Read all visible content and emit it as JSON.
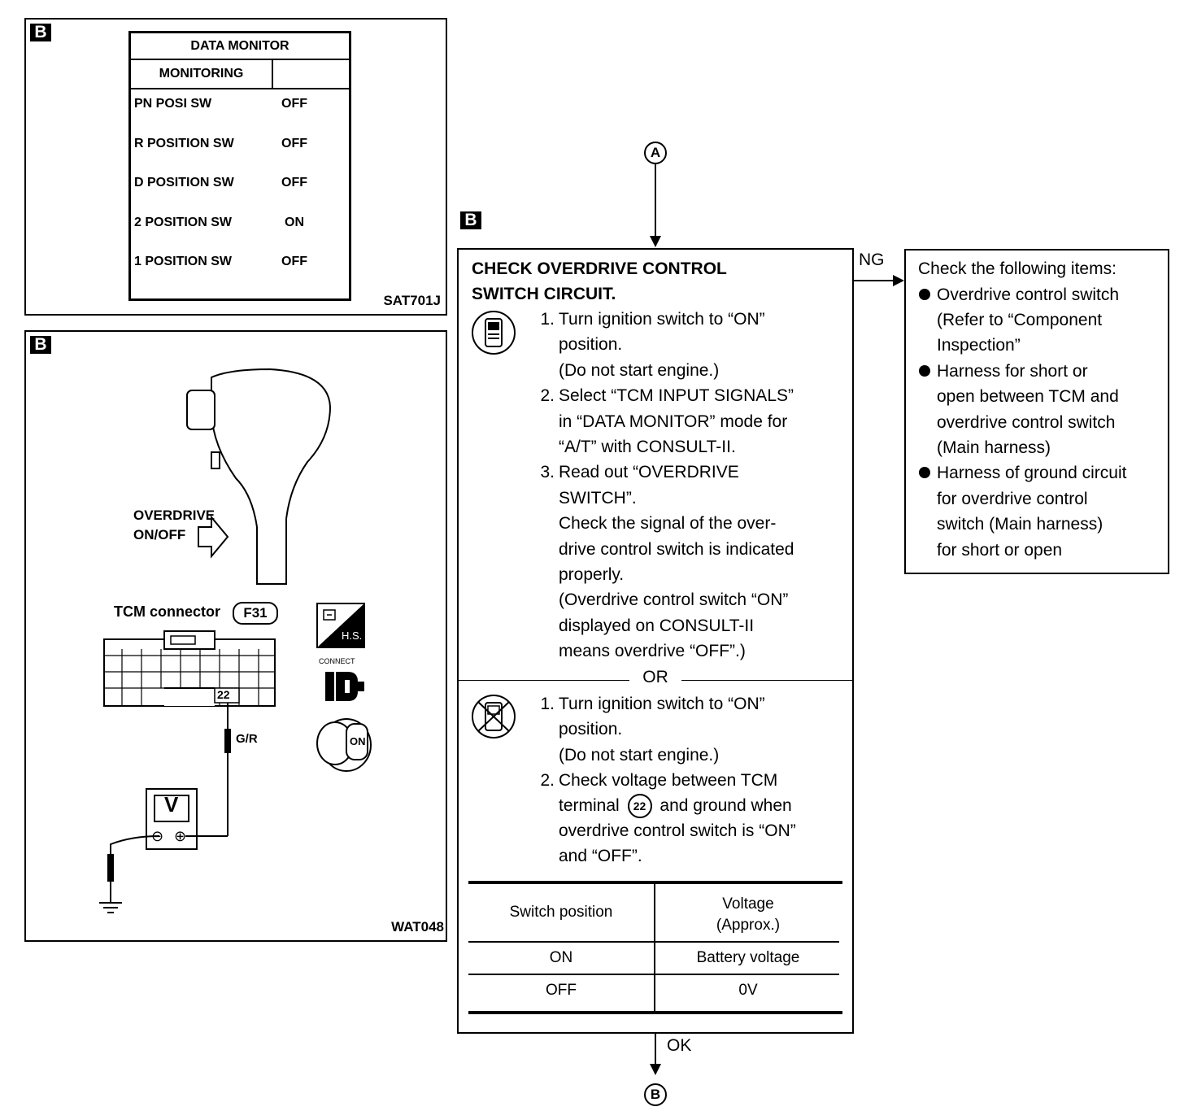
{
  "data_monitor_panel": {
    "badge": "B",
    "title": "DATA MONITOR",
    "subtitle": "MONITORING",
    "rows": [
      {
        "label": "PN POSI SW",
        "value": "OFF"
      },
      {
        "label": "R POSITION SW",
        "value": "OFF"
      },
      {
        "label": "D POSITION SW",
        "value": "OFF"
      },
      {
        "label": "2 POSITION SW",
        "value": "ON"
      },
      {
        "label": "1 POSITION SW",
        "value": "OFF"
      }
    ],
    "figure_code": "SAT701J"
  },
  "circuit_panel": {
    "badge": "B",
    "switch_label_line1": "OVERDRIVE",
    "switch_label_line2": "ON/OFF",
    "connector_label": "TCM connector",
    "connector_id": "F31",
    "terminal": "22",
    "wire_color": "G/R",
    "meter": "V",
    "minus": "⊖",
    "plus": "⊕",
    "hs_icon_text": "H.S.",
    "connect_icon_text": "CONNECT",
    "key_icon_text": "ON",
    "figure_code": "WAT048"
  },
  "flow": {
    "start_marker": "A",
    "end_marker": "B",
    "badge": "B",
    "ng_label": "NG",
    "ok_label": "OK",
    "or_label": "OR"
  },
  "main_box": {
    "title_line1": "CHECK OVERDRIVE CONTROL",
    "title_line2": "SWITCH CIRCUIT.",
    "consult_steps": [
      {
        "n": "1.",
        "lines": [
          "Turn ignition switch to “ON”",
          "position.",
          "(Do not start engine.)"
        ]
      },
      {
        "n": "2.",
        "lines": [
          "Select “TCM INPUT SIGNALS”",
          "in “DATA MONITOR” mode for",
          "“A/T” with CONSULT-II."
        ]
      },
      {
        "n": "3.",
        "lines": [
          "Read out “OVERDRIVE",
          "SWITCH”.",
          "Check the signal of the over-",
          "drive control switch is indicated",
          "properly.",
          "(Overdrive control switch “ON”",
          "displayed on CONSULT-II",
          "means overdrive “OFF”.)"
        ]
      }
    ],
    "manual_steps": [
      {
        "n": "1.",
        "lines": [
          "Turn ignition switch to “ON”",
          "position.",
          "(Do not start engine.)"
        ]
      },
      {
        "n": "2.",
        "lines": [
          "Check voltage between TCM"
        ]
      }
    ],
    "step2_terminal_pre": "terminal",
    "step2_terminal_num": "22",
    "step2_terminal_post": "and ground when",
    "step2_rest_lines": [
      "overdrive control switch is “ON”",
      "and “OFF”."
    ],
    "table": {
      "headers": [
        "Switch position",
        "Voltage",
        "(Approx.)"
      ],
      "rows": [
        {
          "switch": "ON",
          "voltage": "Battery voltage"
        },
        {
          "switch": "OFF",
          "voltage": "0V"
        }
      ]
    }
  },
  "ng_box": {
    "heading": "Check the following items:",
    "items": [
      [
        "Overdrive control switch",
        "(Refer to “Component",
        "Inspection”"
      ],
      [
        "Harness for short or",
        "open between TCM and",
        "overdrive control switch",
        "(Main harness)"
      ],
      [
        "Harness of ground circuit",
        "for overdrive control",
        "switch (Main harness)",
        "for short or open"
      ]
    ]
  }
}
